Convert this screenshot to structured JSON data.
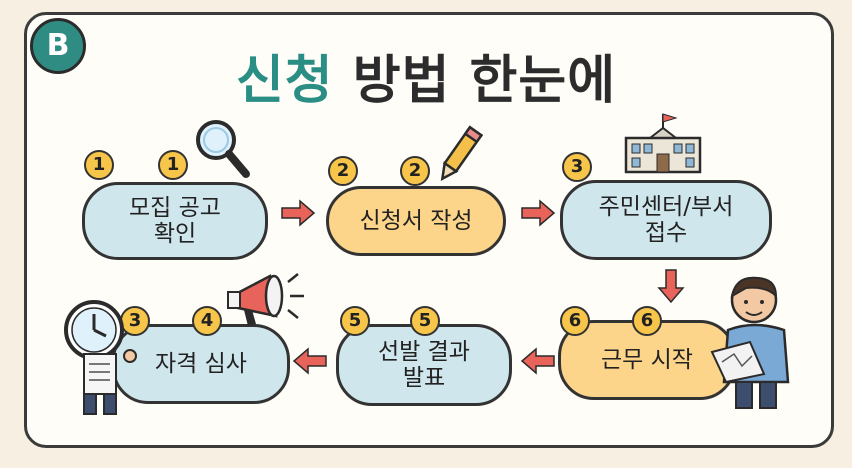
{
  "badge": "B",
  "title": {
    "accent": "신청",
    "rest": " 방법 한눈에"
  },
  "steps": [
    {
      "num_a": "1",
      "num_b": "1",
      "label": "모집 공고\n확인"
    },
    {
      "num_a": "2",
      "num_b": "2",
      "label": "신청서 작성"
    },
    {
      "num_a": "3",
      "label": "주민센터/부서\n접수"
    },
    {
      "num_a": "3",
      "num_b": "4",
      "label": "자격 심사"
    },
    {
      "num_a": "5",
      "num_b": "5",
      "label": "선발 결과\n발표"
    },
    {
      "num_a": "6",
      "num_b": "6",
      "label": "근무 시작"
    }
  ],
  "colors": {
    "teal": "#2a8e85",
    "blue_pill": "#cfe6ec",
    "yellow_pill": "#fcd58a",
    "number_dot": "#f6c54a",
    "arrow": "#e8645a"
  },
  "icons": [
    "magnifier-icon",
    "pencil-icon",
    "building-icon",
    "megaphone-icon",
    "clock-person-icon",
    "worker-person-icon"
  ]
}
